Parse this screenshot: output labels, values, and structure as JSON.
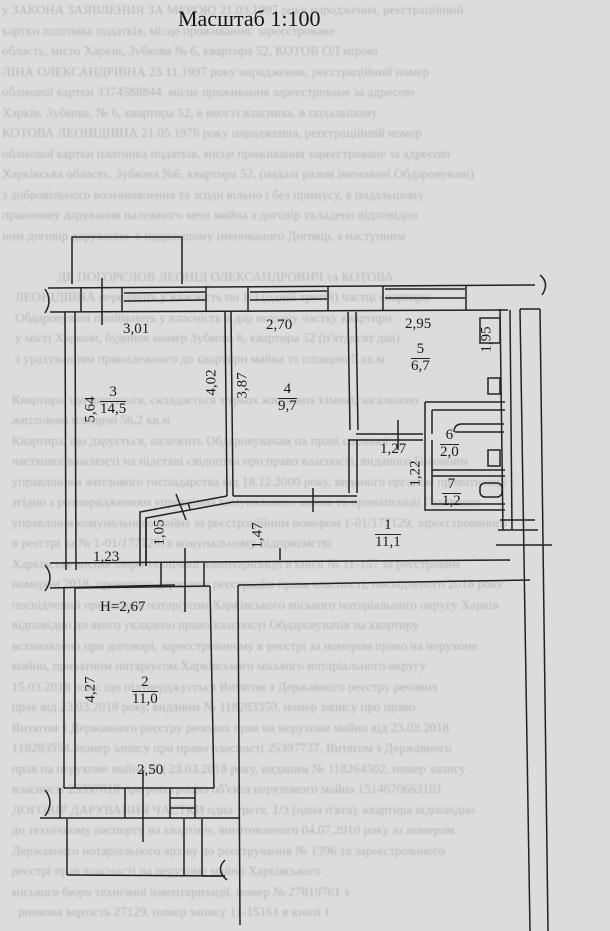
{
  "title": "Масштаб 1:100",
  "plan": {
    "ceiling_height": "H=2,67",
    "rooms": [
      {
        "number": "1",
        "area": "11,1"
      },
      {
        "number": "2",
        "area": "11,0"
      },
      {
        "number": "3",
        "area": "14,5"
      },
      {
        "number": "4",
        "area": "9,7"
      },
      {
        "number": "5",
        "area": "6,7"
      },
      {
        "number": "6",
        "area": "2,0"
      },
      {
        "number": "7",
        "area": "1,2"
      }
    ],
    "dimensions": {
      "d_3_01": "3,01",
      "d_2_70": "2,70",
      "d_2_95": "2,95",
      "d_5_64": "5,64",
      "d_4_02": "4,02",
      "d_3_87": "3,87",
      "d_1_95": "1,95",
      "d_1_27": "1,27",
      "d_1_22": "1,22",
      "d_1_05": "1,05",
      "d_1_47": "1,47",
      "d_1_23": "1,23",
      "d_4_27": "4,27",
      "d_2_50": "2,50"
    }
  }
}
